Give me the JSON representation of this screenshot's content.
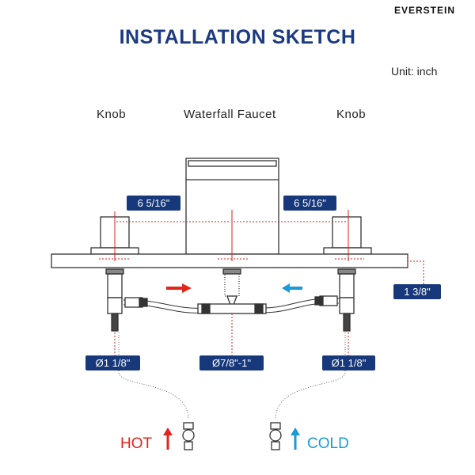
{
  "brand": "EVERSTEIN",
  "title": "INSTALLATION SKETCH",
  "unit": "Unit: inch",
  "labels": {
    "knob_left": "Knob",
    "faucet": "Waterfall Faucet",
    "knob_right": "Knob"
  },
  "dimensions": {
    "left_spacing": "6 5/16\"",
    "right_spacing": "6 5/16\"",
    "deck_thickness": "1 3/8\"",
    "left_hole": "Ø1 1/8\"",
    "center_hole": "Ø7/8\"-1\"",
    "right_hole": "Ø1 1/8\""
  },
  "supply": {
    "hot": "HOT",
    "cold": "COLD"
  },
  "colors": {
    "navy": "#17387a",
    "hot": "#e2241b",
    "cold": "#1a9ad6",
    "dim": "#d62020"
  }
}
